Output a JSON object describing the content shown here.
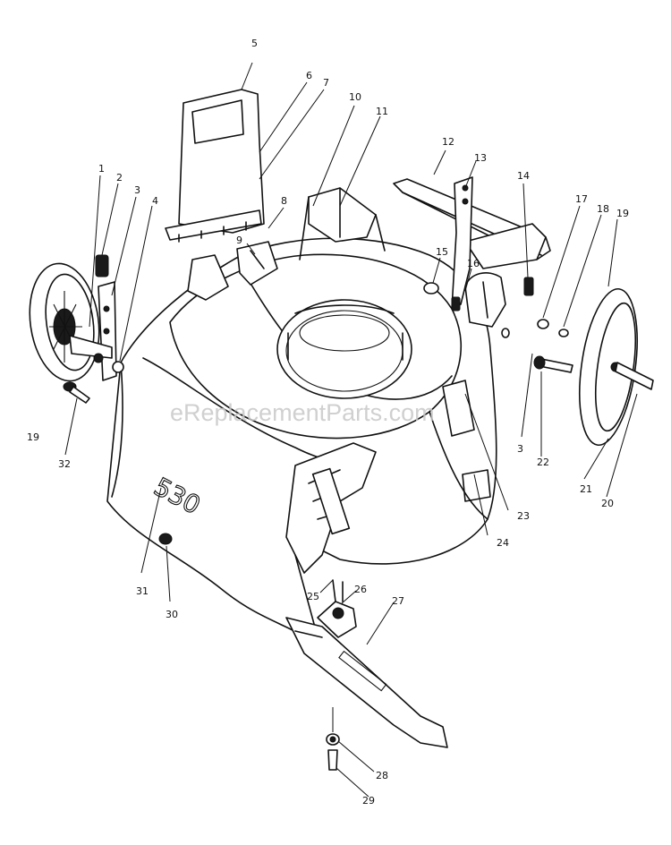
{
  "watermark": "eReplacementParts.com",
  "deck_model_text": "530",
  "callouts": [
    "1",
    "2",
    "3",
    "4",
    "5",
    "6",
    "7",
    "8",
    "9",
    "10",
    "11",
    "12",
    "13",
    "14",
    "15",
    "16",
    "17",
    "18",
    "19",
    "3",
    "19",
    "20",
    "21",
    "22",
    "23",
    "24",
    "25",
    "26",
    "27",
    "28",
    "29",
    "30",
    "31",
    "32"
  ]
}
